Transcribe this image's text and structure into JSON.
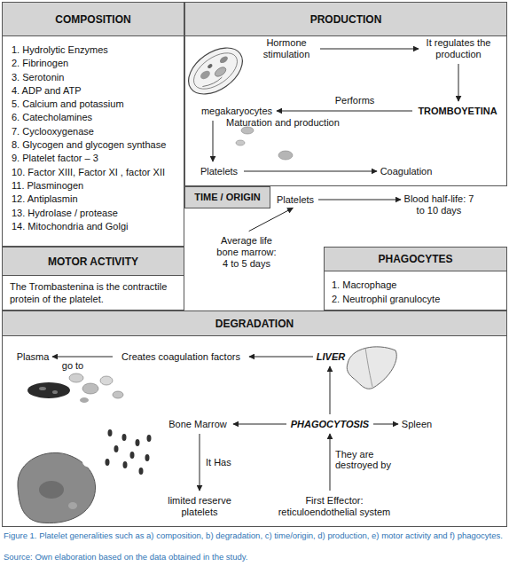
{
  "diagram": {
    "caption": "Figure 1. Platelet generalities such as a) composition, b) degradation, c) time/origin, d) production, e) motor activity and f) phagocytes.",
    "nodes": [
      {
        "text": [
          "COMPOSITION",
          "1. Hydrolytic Enzymes",
          "2. Fibrinogen",
          "3. Serotonin",
          "4. ADP and ATP",
          "5. Calcium and potassium",
          "6. Catecholamines",
          "7. Cyclooxygenase",
          "8. Glycogen and glycogen synthase",
          "9. Platelet factor – 3",
          "10. Factor XIII, Factor XI , factor XII",
          "11. Plasminogen",
          "12. Antiplasmin",
          "13. Hydrolase / protease",
          "14. Mitochondria and Golgi"
        ]
      },
      {
        "text": [
          "PRODUCTION"
        ]
      },
      {
        "text": [
          "Hormone stimulation"
        ],
        "in": 1
      },
      {
        "text": [
          "It regulates the production"
        ],
        "in": 1
      },
      {
        "text": [
          "TROMBOYETINA"
        ],
        "in": 1
      },
      {
        "text": [
          "megakaryocytes"
        ],
        "in": 1
      },
      {
        "text": [
          "Platelets"
        ],
        "in": 1
      },
      {
        "text": [
          "Coagulation"
        ],
        "in": 1
      },
      {
        "text": [
          "TIME / ORIGIN"
        ]
      },
      {
        "text": [
          "Platelets"
        ]
      },
      {
        "text": [
          "Blood half-life: 7 to 10 days"
        ]
      },
      {
        "text": [
          "Average life bone marrow: 4 to 5 days"
        ]
      },
      {
        "text": [
          "MOTOR ACTIVITY",
          "The Trombastenina is the contractile protein of the platelet."
        ]
      },
      {
        "text": [
          "PHAGOCYTES",
          "1. Macrophage",
          "2. Neutrophil granulocyte"
        ]
      },
      {
        "text": [
          "DEGRADATION"
        ]
      },
      {
        "text": [
          "Plasma"
        ],
        "in": 14
      },
      {
        "text": [
          "Creates coagulation factors"
        ],
        "in": 14
      },
      {
        "text": [
          "LIVER"
        ],
        "in": 14
      },
      {
        "text": [
          "Bone Marrow"
        ],
        "in": 14
      },
      {
        "text": [
          "PHAGOCYTOSIS"
        ],
        "in": 14
      },
      {
        "text": [
          "Spleen"
        ],
        "in": 14
      },
      {
        "text": [
          "limited reserve platelets"
        ],
        "in": 14
      },
      {
        "text": [
          "First Effector: reticuloendothelial system"
        ],
        "in": 14
      }
    ],
    "edges": [
      {
        "from": 2,
        "to": 3,
        "arrow": "to"
      },
      {
        "from": 3,
        "to": 4,
        "arrow": "to"
      },
      {
        "from": 4,
        "to": 5,
        "label": "Performs",
        "arrow": "to"
      },
      {
        "from": 5,
        "to": 6,
        "arrow": "to"
      },
      {
        "from": 6,
        "to": 7,
        "arrow": "to"
      },
      {
        "from": 9,
        "to": 10,
        "arrow": "to"
      },
      {
        "from": 11,
        "to": 9,
        "arrow": "to"
      },
      {
        "from": 16,
        "to": 15,
        "label": "go to",
        "arrow": "to"
      },
      {
        "from": 17,
        "to": 16,
        "arrow": "to"
      },
      {
        "from": 19,
        "to": 17,
        "arrow": "to"
      },
      {
        "from": 19,
        "to": 18,
        "arrow": "to"
      },
      {
        "from": 19,
        "to": 20,
        "arrow": "to"
      },
      {
        "from": 18,
        "to": 21,
        "label": "It Has",
        "arrow": "to"
      },
      {
        "from": 22,
        "to": 19,
        "label": "They are destroyed by",
        "arrow": "to"
      }
    ],
    "labels": [
      "Maturation and production",
      "Source: Own elaboration based on the data obtained in the study."
    ]
  }
}
